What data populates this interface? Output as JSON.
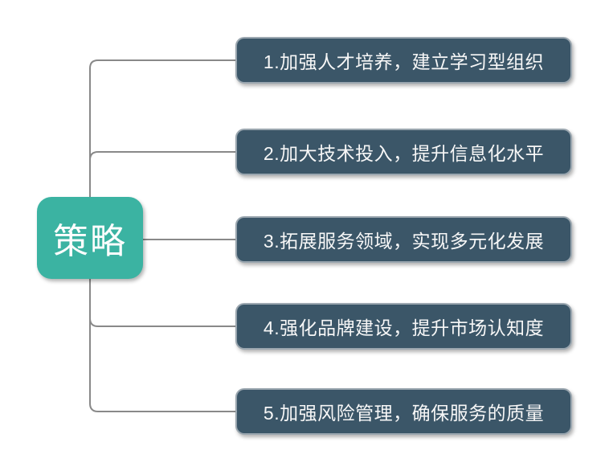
{
  "diagram": {
    "type": "mindmap",
    "root": {
      "label": "策略"
    },
    "branches": [
      {
        "label": "1.加强人才培养，建立学习型组织"
      },
      {
        "label": "2.加大技术投入，提升信息化水平"
      },
      {
        "label": "3.拓展服务领域，实现多元化发展"
      },
      {
        "label": "4.强化品牌建设，提升市场认知度"
      },
      {
        "label": "5.加强风险管理，确保服务的质量"
      }
    ],
    "colors": {
      "root_fill": "#3BB3A2",
      "branch_fill": "#3B5668",
      "branch_border": "#9AA6AF",
      "connector_line": "#898989",
      "text": "#F7F7F7",
      "background": "#FFFFFF"
    }
  }
}
